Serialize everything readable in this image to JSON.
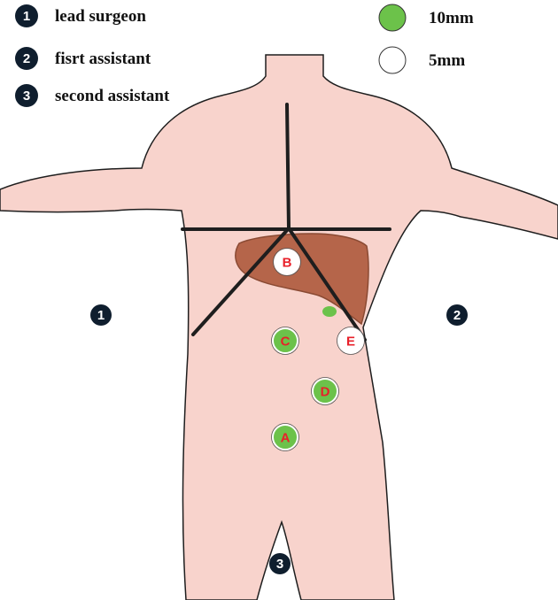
{
  "colors": {
    "skin": "#f8d3cc",
    "outline": "#1e1e1e",
    "liver": "#b5654a",
    "liver_edge": "#8a4a33",
    "port_10mm": "#6cc24a",
    "port_5mm": "#ffffff",
    "badge": "#0f1e2e",
    "letter": "#e8202a"
  },
  "legend": {
    "roles": [
      {
        "num": "1",
        "label": "lead surgeon"
      },
      {
        "num": "2",
        "label": "fisrt assistant"
      },
      {
        "num": "3",
        "label": "second assistant"
      }
    ],
    "sizes": [
      {
        "label": "10mm",
        "type": "10mm"
      },
      {
        "label": "5mm",
        "type": "5mm"
      }
    ]
  },
  "positions": [
    {
      "num": "1",
      "role": "lead surgeon"
    },
    {
      "num": "2",
      "role": "fisrt assistant"
    },
    {
      "num": "3",
      "role": "second assistant"
    }
  ],
  "ports": [
    {
      "letter": "B",
      "size": "5mm"
    },
    {
      "letter": "C",
      "size": "10mm"
    },
    {
      "letter": "E",
      "size": "5mm"
    },
    {
      "letter": "D",
      "size": "10mm"
    },
    {
      "letter": "A",
      "size": "10mm"
    }
  ]
}
